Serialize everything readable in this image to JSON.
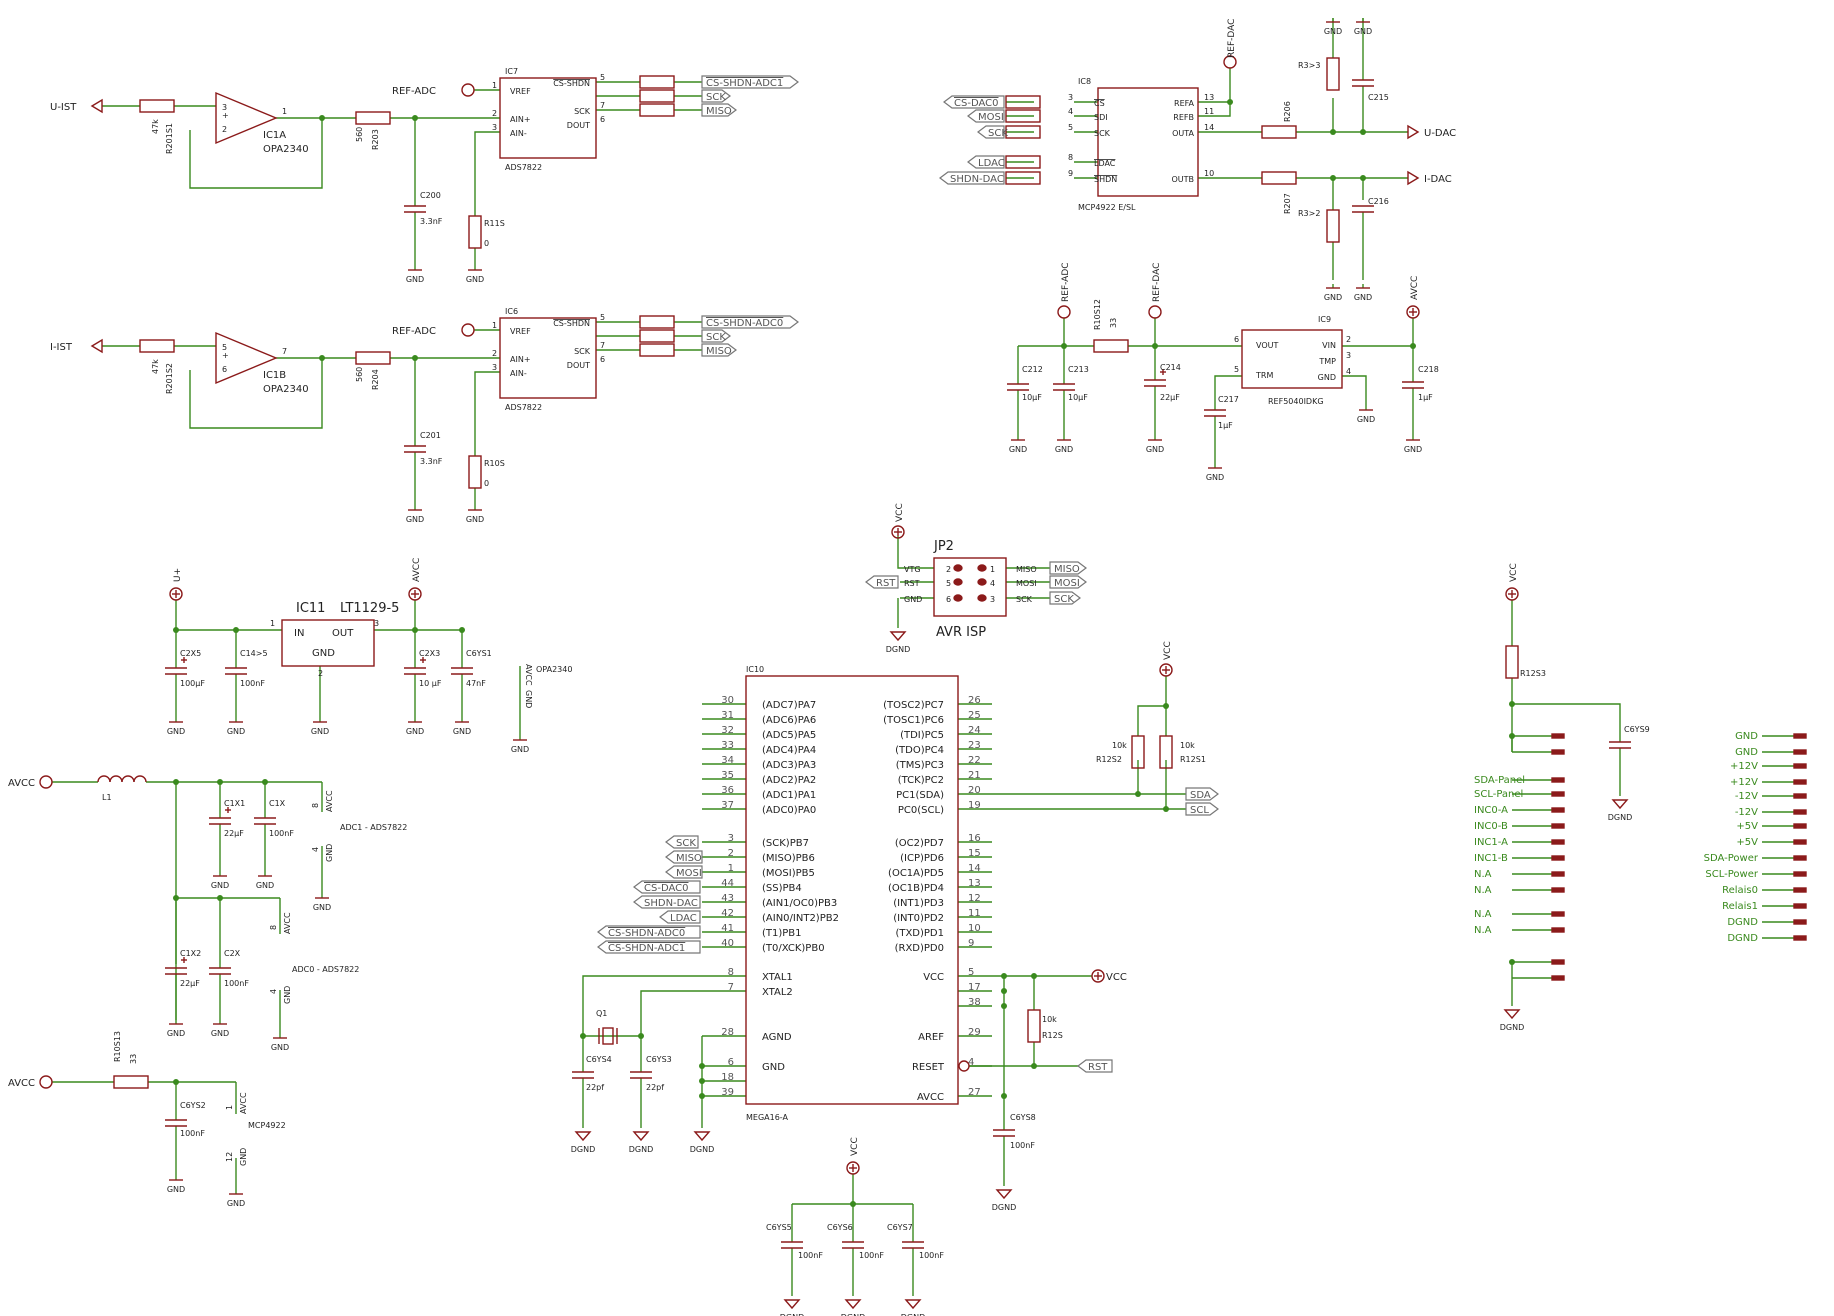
{
  "ic1": {
    "name_a": "IC1A",
    "name_b": "IC1B",
    "value": "OPA2340",
    "pins_a": [
      "3",
      "2",
      "1"
    ],
    "pins_b": [
      "5",
      "6",
      "7"
    ]
  },
  "ic7": {
    "name": "IC7",
    "value": "ADS7822",
    "pins_left": [
      "VREF",
      "AIN+",
      "AIN-"
    ],
    "pins_left_nums": [
      "1",
      "2",
      "3"
    ],
    "pins_right": [
      "CS-SHDN",
      "SCK",
      "DOUT"
    ],
    "pins_right_nums": [
      "5",
      "7",
      "6"
    ]
  },
  "ic6": {
    "name": "IC6",
    "value": "ADS7822",
    "pins_left": [
      "VREF",
      "AIN+",
      "AIN-"
    ],
    "pins_left_nums": [
      "1",
      "2",
      "3"
    ],
    "pins_right": [
      "CS-SHDN",
      "SCK",
      "DOUT"
    ],
    "pins_right_nums": [
      "5",
      "7",
      "6"
    ]
  },
  "ic8": {
    "name": "IC8",
    "value": "MCP4922 E/SL",
    "pins_left": [
      "CS",
      "SDI",
      "SCK",
      "LDAC",
      "SHDN"
    ],
    "pins_left_nums": [
      "3",
      "4",
      "5",
      "8",
      "9"
    ],
    "pins_right": [
      "REFA",
      "REFB",
      "OUTA",
      "OUTB"
    ],
    "pins_right_nums": [
      "13",
      "11",
      "14",
      "10"
    ]
  },
  "ic9": {
    "name": "IC9",
    "value": "REF5040IDKG",
    "pins_left": [
      "VOUT",
      "TRM"
    ],
    "pins_left_nums": [
      "6",
      "5"
    ],
    "pins_right": [
      "VIN",
      "TMP",
      "GND"
    ],
    "pins_right_nums": [
      "2",
      "3",
      "4"
    ]
  },
  "ic10": {
    "name": "IC10",
    "value": "MEGA16-A",
    "left_pins": [
      [
        "30",
        "(ADC7)PA7"
      ],
      [
        "31",
        "(ADC6)PA6"
      ],
      [
        "32",
        "(ADC5)PA5"
      ],
      [
        "33",
        "(ADC4)PA4"
      ],
      [
        "34",
        "(ADC3)PA3"
      ],
      [
        "35",
        "(ADC2)PA2"
      ],
      [
        "36",
        "(ADC1)PA1"
      ],
      [
        "37",
        "(ADC0)PA0"
      ],
      [
        "3",
        "(SCK)PB7"
      ],
      [
        "2",
        "(MISO)PB6"
      ],
      [
        "1",
        "(MOSI)PB5"
      ],
      [
        "44",
        "(SS)PB4"
      ],
      [
        "43",
        "(AIN1/OC0)PB3"
      ],
      [
        "42",
        "(AIN0/INT2)PB2"
      ],
      [
        "41",
        "(T1)PB1"
      ],
      [
        "40",
        "(T0/XCK)PB0"
      ],
      [
        "8",
        "XTAL1"
      ],
      [
        "7",
        "XTAL2"
      ],
      [
        "28",
        "AGND"
      ],
      [
        "6",
        "GND"
      ],
      [
        "18",
        ""
      ],
      [
        "39",
        ""
      ]
    ],
    "right_pins": [
      [
        "26",
        "(TOSC2)PC7"
      ],
      [
        "25",
        "(TOSC1)PC6"
      ],
      [
        "24",
        "(TDI)PC5"
      ],
      [
        "23",
        "(TDO)PC4"
      ],
      [
        "22",
        "(TMS)PC3"
      ],
      [
        "21",
        "(TCK)PC2"
      ],
      [
        "20",
        "PC1(SDA)"
      ],
      [
        "19",
        "PC0(SCL)"
      ],
      [
        "16",
        "(OC2)PD7"
      ],
      [
        "15",
        "(ICP)PD6"
      ],
      [
        "14",
        "(OC1A)PD5"
      ],
      [
        "13",
        "(OC1B)PD4"
      ],
      [
        "12",
        "(INT1)PD3"
      ],
      [
        "11",
        "(INT0)PD2"
      ],
      [
        "10",
        "(TXD)PD1"
      ],
      [
        "9",
        "(RXD)PD0"
      ],
      [
        "5",
        "VCC"
      ],
      [
        "17",
        ""
      ],
      [
        "38",
        ""
      ],
      [
        "29",
        "AREF"
      ],
      [
        "4",
        "RESET"
      ],
      [
        "27",
        "AVCC"
      ]
    ]
  },
  "ic11": {
    "name": "IC11",
    "value": "LT1129-5",
    "pin_in": "IN",
    "pin_out": "OUT",
    "pin_gnd": "GND",
    "num_in": "1",
    "num_out": "3",
    "num_gnd": "2"
  },
  "jp2": {
    "name": "JP2",
    "value": "AVR ISP",
    "left": [
      "VTG",
      "RST",
      "GND"
    ],
    "left_nums": [
      "2",
      "5",
      "6"
    ],
    "right": [
      "MISO",
      "MOSI",
      "SCK"
    ],
    "right_nums": [
      "1",
      "4",
      "3"
    ]
  },
  "labels": {
    "u_ist": "U-IST",
    "i_ist": "I-IST",
    "ref_adc": "REF-ADC",
    "ref_dac": "REF-DAC",
    "cs_shdn_adc1": "CS-SHDN-ADC1",
    "cs_shdn_adc0": "CS-SHDN-ADC0",
    "sck": "SCK",
    "miso": "MISO",
    "mosi": "MOSI",
    "cs_dac0": "CS-DAC0",
    "ldac": "LDAC",
    "shdn_dac": "SHDN-DAC",
    "u_dac": "U-DAC",
    "i_dac": "I-DAC",
    "sda": "SDA",
    "scl": "SCL",
    "rst": "RST",
    "vcc": "VCC",
    "avcc": "AVCC",
    "u_plus": "U+",
    "gnd": "GND",
    "dgnd": "DGND"
  },
  "parts": {
    "r201s1": "R201S1",
    "r201s1_v": "47k",
    "r201s2": "R201S2",
    "r201s2_v": "47k",
    "r203": "R203",
    "r203_v": "560",
    "r204": "R204",
    "r204_v": "560",
    "c200": "C200",
    "c200_v": "3.3nF",
    "c201": "C201",
    "c201_v": "3.3nF",
    "r11s": "R11S",
    "r11s_v": "0",
    "r10s": "R10S",
    "r10s_v": "0",
    "r3s3": "R3>3",
    "r3s2": "R3>2",
    "c215": "C215",
    "c216": "C216",
    "r206": "R206",
    "r207": "R207",
    "r10s12": "R10S12",
    "r10s12_v": "33",
    "c212": "C212",
    "c212_v": "10µF",
    "c213": "C213",
    "c213_v": "10µF",
    "c214": "C214",
    "c214_v": "22µF",
    "c217": "C217",
    "c217_v": "1µF",
    "c218": "C218",
    "c218_v": "1µF",
    "c2x5": "C2X5",
    "c2x5_v": "100µF",
    "c14s5": "C14>5",
    "c14s5_v": "100nF",
    "c2x3": "C2X3",
    "c2x3_v": "10 µF",
    "c6ys1": "C6YS1",
    "c6ys1_v": "47nF",
    "opa_note": "OPA2340",
    "l1": "L1",
    "c1x1": "C1X1",
    "c1x1_v": "22µF",
    "c1x": "C1X",
    "c1x_v": "100nF",
    "adc1_note": "ADC1 - ADS7822",
    "c1x2": "C1X2",
    "c1x2_v": "22µF",
    "c2x": "C2X",
    "c2x_v": "100nF",
    "adc0_note": "ADC0 - ADS7822",
    "r10s13": "R10S13",
    "r10s13_v": "33",
    "c6ys2": "C6YS2",
    "c6ys2_v": "100nF",
    "mcp_note": "MCP4922",
    "r12s1": "R12S1",
    "r12s1_v": "10k",
    "r12s2": "R12S2",
    "r12s2_v": "10k",
    "r12s": "R12S",
    "r12s_v": "10k",
    "q1": "Q1",
    "c6ys4": "C6YS4",
    "c6ys4_v": "22pf",
    "c6ys3": "C6YS3",
    "c6ys3_v": "22pf",
    "c6ys8": "C6YS8",
    "c6ys8_v": "100nF",
    "c6ys5": "C6YS5",
    "c6ys5_v": "100nF",
    "c6ys6": "C6YS6",
    "c6ys6_v": "100nF",
    "c6ys7": "C6YS7",
    "c6ys7_v": "100nF",
    "r12s3": "R12S3",
    "c6ys9": "C6YS9",
    "pin8": "8",
    "pin4": "4",
    "pin1": "1",
    "pin12": "12",
    "pin_avcc": "AVCC",
    "pin_gnd": "GND"
  },
  "connector": {
    "col1": [
      "",
      "",
      "SDA-Panel",
      "SCL-Panel",
      "INC0-A",
      "INC0-B",
      "INC1-A",
      "INC1-B",
      "N.A",
      "N.A",
      "",
      "N.A",
      "N.A",
      "",
      ""
    ],
    "col2": [
      "GND",
      "GND",
      "+12V",
      "+12V",
      "-12V",
      "-12V",
      "+5V",
      "+5V",
      "SDA-Power",
      "SCL-Power",
      "Relais0",
      "Relais1",
      "DGND",
      "DGND"
    ]
  },
  "colors": {
    "wire": "#3a8a1e",
    "part": "#8b1a1a",
    "net": "#777777",
    "text": "#222222"
  }
}
